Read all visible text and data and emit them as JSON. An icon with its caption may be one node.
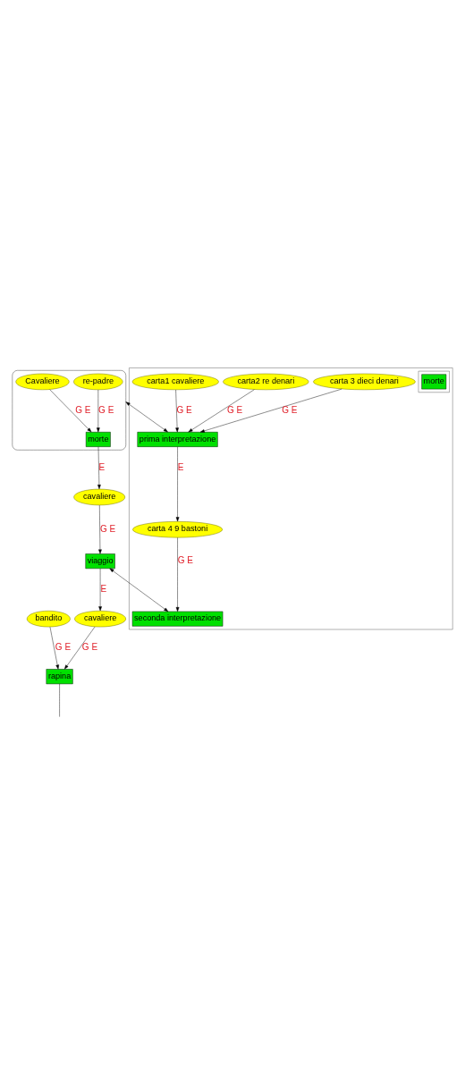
{
  "diagram": {
    "nodes": [
      {
        "text": [],
        "shape": "box"
      },
      {
        "text": [
          "carta 4 9 bastoni"
        ],
        "in": 0
      },
      {
        "text": [
          "carta 3 dieci denari"
        ],
        "in": 0
      },
      {
        "text": [
          "carta2 re denari"
        ],
        "in": 0
      },
      {
        "text": [],
        "shape": "box",
        "in": 0
      },
      {
        "text": [
          "morte"
        ],
        "in": 4
      },
      {
        "text": [
          "carta1 cavaliere"
        ],
        "in": 0
      },
      {
        "text": [
          "seconda interpretazione"
        ],
        "in": 0
      },
      {
        "text": [
          "prima interpretazione"
        ],
        "in": 0
      },
      {
        "text": [],
        "shape": "ellipse"
      },
      {
        "text": [
          "re-padre"
        ],
        "in": 9
      },
      {
        "text": [
          "Cavaliere"
        ],
        "in": 9
      },
      {
        "text": [
          "morte"
        ],
        "in": 9
      },
      {
        "text": [
          "cavaliere"
        ]
      },
      {
        "text": [
          "viaggio"
        ]
      },
      {
        "text": [
          "bandito"
        ]
      },
      {
        "text": [
          "cavaliere"
        ]
      },
      {
        "text": [
          "rapina"
        ]
      }
    ],
    "edges": [
      {
        "from": 1,
        "to": 7,
        "arrow": "to",
        "label": "G E"
      },
      {
        "from": 8,
        "to": 1,
        "arrow": "to",
        "label": "E"
      },
      {
        "from": 2,
        "to": 8,
        "arrow": "to",
        "label": "G E"
      },
      {
        "from": 3,
        "to": 8,
        "arrow": "to",
        "label": "G E"
      },
      {
        "from": 6,
        "to": 8,
        "arrow": "to",
        "label": "G E"
      },
      {
        "from": 9,
        "to": 8,
        "arrow": "both"
      },
      {
        "from": 14,
        "to": 7,
        "arrow": "both"
      },
      {
        "from": 10,
        "to": 12,
        "arrow": "to",
        "label": "G E"
      },
      {
        "from": 11,
        "to": 12,
        "arrow": "to",
        "label": "G E"
      },
      {
        "from": 12,
        "to": 13,
        "arrow": "to",
        "label": "E"
      },
      {
        "from": 13,
        "to": 14,
        "arrow": "to",
        "label": "G E"
      },
      {
        "from": 14,
        "to": 16,
        "arrow": "to",
        "label": "E"
      },
      {
        "from": 15,
        "to": 17,
        "arrow": "to",
        "label": "G E"
      },
      {
        "from": 16,
        "to": 17,
        "arrow": "to",
        "label": "G E"
      },
      {
        "from": 17,
        "to": null,
        "arrow": "none"
      }
    ]
  }
}
